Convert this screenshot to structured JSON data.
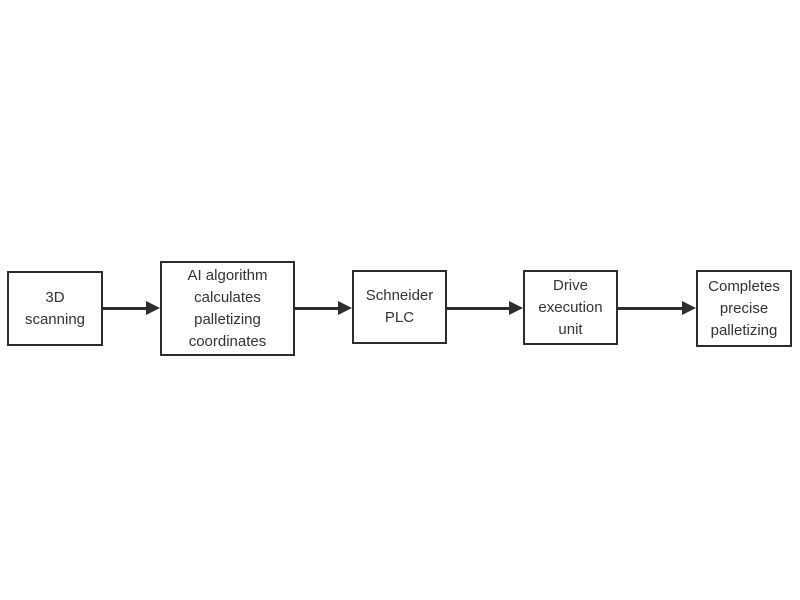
{
  "diagram": {
    "type": "flowchart",
    "direction": "left-to-right",
    "nodes": [
      {
        "id": "3d-scanning",
        "label": "3D\nscanning"
      },
      {
        "id": "ai-algorithm",
        "label": "AI algorithm\ncalculates\npalletizing\ncoordinates"
      },
      {
        "id": "schneider-plc",
        "label": "Schneider\nPLC"
      },
      {
        "id": "drive-execution-unit",
        "label": "Drive\nexecution\nunit"
      },
      {
        "id": "completes-palletizing",
        "label": "Completes\nprecise\npalletizing"
      }
    ],
    "edges": [
      {
        "from": "3d-scanning",
        "to": "ai-algorithm"
      },
      {
        "from": "ai-algorithm",
        "to": "schneider-plc"
      },
      {
        "from": "schneider-plc",
        "to": "drive-execution-unit"
      },
      {
        "from": "drive-execution-unit",
        "to": "completes-palletizing"
      }
    ]
  },
  "colors": {
    "background": "#ffffff",
    "node_border": "#2d2d2d",
    "node_fill": "#ffffff",
    "text": "#333333",
    "arrow": "#2d2d2d"
  }
}
